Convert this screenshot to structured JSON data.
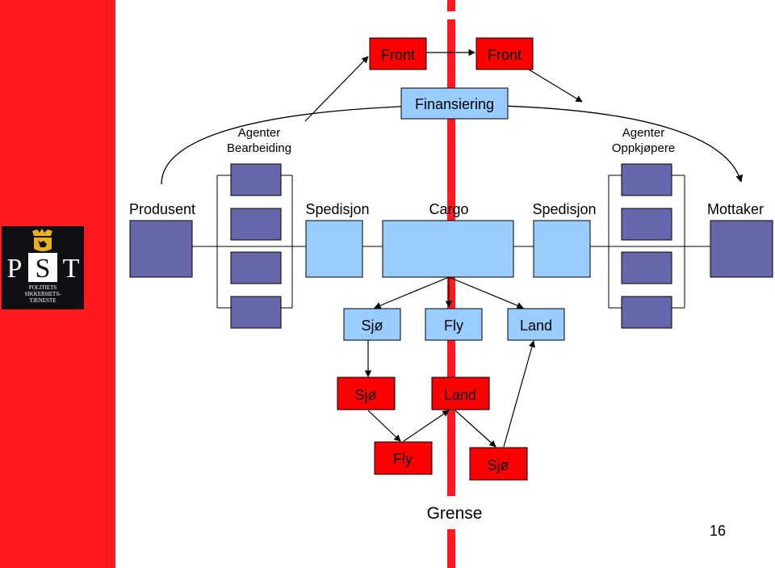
{
  "slide_number": "16",
  "logo": {
    "text": "PST",
    "subtitle_lines": [
      "POLITIETS",
      "SIKKERHETS-",
      "TJENESTE"
    ]
  },
  "colors": {
    "sidebar": "#ff1a1f",
    "red_box": "#ff0000",
    "light_blue_box": "#99ccff",
    "purple_box": "#6666aa",
    "border_line": "#ff1a1f"
  },
  "labels": {
    "front_left": "Front",
    "front_right": "Front",
    "finansiering": "Finansiering",
    "agenter_bearbeiding": [
      "Agenter",
      "Bearbeiding"
    ],
    "agenter_oppkjopere": [
      "Agenter",
      "Oppkjøpere"
    ],
    "produsent": "Produsent",
    "spedisjon_left": "Spedisjon",
    "cargo": "Cargo",
    "spedisjon_right": "Spedisjon",
    "mottaker": "Mottaker",
    "sjo_blue": "Sjø",
    "fly_blue": "Fly",
    "land_blue": "Land",
    "sjo_red1": "Sjø",
    "land_red": "Land",
    "fly_red": "Fly",
    "sjo_red2": "Sjø",
    "grense": "Grense"
  }
}
